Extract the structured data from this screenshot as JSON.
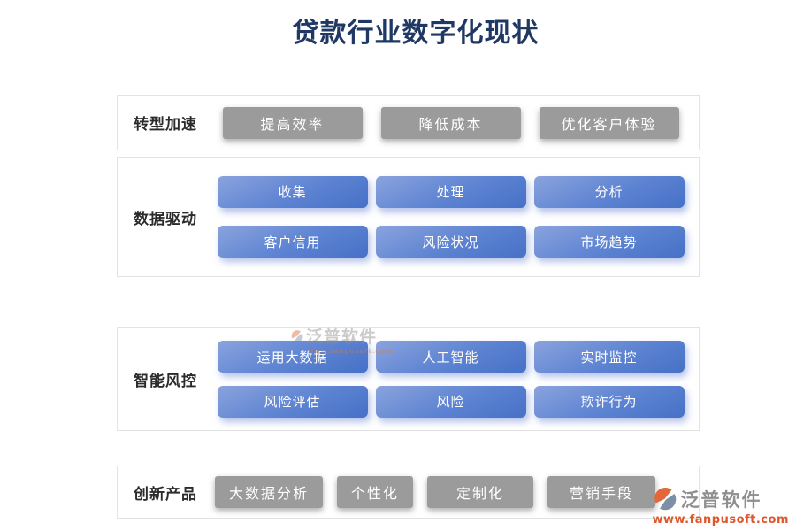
{
  "title": "贷款行业数字化现状",
  "sections": {
    "transformation": {
      "label": "转型加速",
      "items": [
        "提高效率",
        "降低成本",
        "优化客户体验"
      ]
    },
    "data_driven": {
      "label": "数据驱动",
      "row1": [
        "收集",
        "处理",
        "分析"
      ],
      "row2": [
        "客户信用",
        "风险状况",
        "市场趋势"
      ]
    },
    "risk_control": {
      "label": "智能风控",
      "row1": [
        "运用大数据",
        "人工智能",
        "实时监控"
      ],
      "row2": [
        "风险评估",
        "风险",
        "欺诈行为"
      ]
    },
    "innovation": {
      "label": "创新产品",
      "items": [
        "大数据分析",
        "个性化",
        "定制化",
        "营销手段"
      ]
    }
  },
  "watermark": {
    "brand": "泛普软件",
    "url": "www.fanpusoft.com"
  },
  "colors": {
    "title": "#203864",
    "blue_node_top": "#8aa3dd",
    "blue_node_bottom": "#4671c7",
    "gray_node": "#9b9b9b",
    "brand_gray": "#8f8f8f",
    "brand_orange": "#df572b"
  }
}
